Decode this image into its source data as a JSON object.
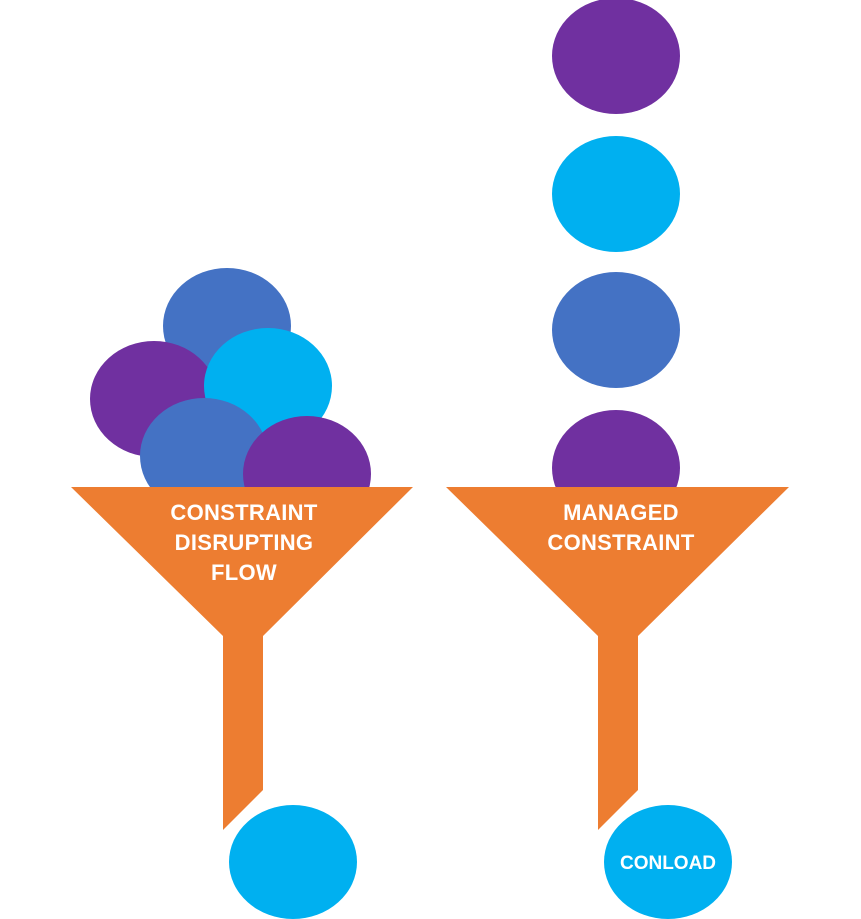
{
  "colors": {
    "purple": "#7030a0",
    "blue": "#4472c4",
    "cyan": "#00b0f0",
    "funnel": "#ed7d31",
    "label_text": "#ffffff",
    "background": "#ffffff"
  },
  "left_funnel": {
    "label_lines": [
      "CONSTRAINT",
      "DISRUPTING",
      "FLOW"
    ],
    "ball_colors": [
      "blue",
      "purple",
      "cyan",
      "blue",
      "purple"
    ],
    "output_ball_color": "cyan"
  },
  "right_funnel": {
    "label_lines": [
      "MANAGED",
      "CONSTRAINT"
    ],
    "ball_colors": [
      "purple",
      "cyan",
      "blue",
      "purple"
    ],
    "output_ball_color": "cyan",
    "output_ball_label": "CONLOAD"
  }
}
